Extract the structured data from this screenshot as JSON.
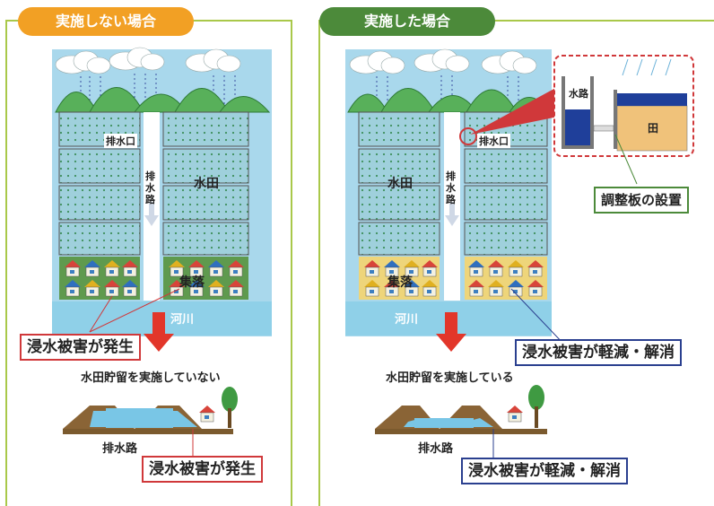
{
  "left": {
    "header": "実施しない場合",
    "drain_outlet": "排水口",
    "drain_channel": "排水路",
    "paddy": "水田",
    "village": "集落",
    "river": "河川",
    "damage": "浸水被害が発生",
    "caption": "水田貯留を実施していない",
    "section_drain": "排水路",
    "section_damage": "浸水被害が発生"
  },
  "right": {
    "header": "実施した場合",
    "drain_outlet": "排水口",
    "drain_channel": "排水路",
    "paddy": "水田",
    "village": "集落",
    "river": "河川",
    "inset_channel": "水路",
    "inset_field": "田",
    "board": "調整板の設置",
    "damage": "浸水被害が軽減・解消",
    "caption": "水田貯留を実施している",
    "section_drain": "排水路",
    "section_damage": "浸水被害が軽減・解消"
  },
  "colors": {
    "left_header": "#f2a024",
    "right_header": "#4c8a3a",
    "frame": "#a9c84a",
    "sky": "#a9d8ec",
    "paddy": "#9fd0dc",
    "mountain": "#58b05a",
    "river": "#8fd0e8",
    "arrow": "#e2362a",
    "soil": "#7b5a2e"
  }
}
